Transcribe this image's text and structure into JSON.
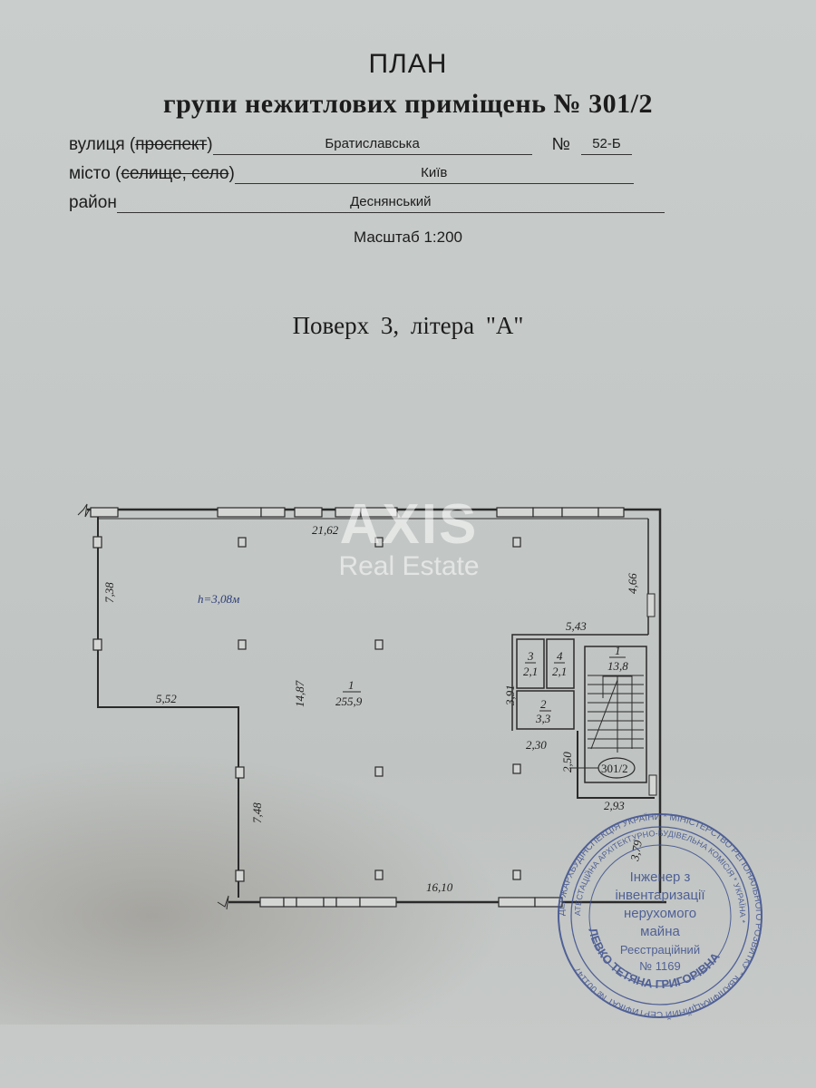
{
  "header": {
    "title": "ПЛАН",
    "subtitle": "групи  нежитлових  приміщень № 301/2"
  },
  "address": {
    "street_label": "вулиця (",
    "street_strike": "проспект",
    "street_label_end": ")",
    "street_value": "Братиславська",
    "number_label": "№",
    "number_value": "52-Б",
    "city_label": "місто (",
    "city_strike": "селище, село",
    "city_label_end": ")",
    "city_value": "Київ",
    "district_label": "район",
    "district_value": "Деснянський"
  },
  "scale": "Масштаб 1:200",
  "floor_label": "Поверх  3,     літера \"А\"",
  "watermark": {
    "brand": "AXIS",
    "sub": "Real Estate"
  },
  "plan": {
    "ceiling_height": "h=3,08м",
    "dimensions": {
      "top": "21,62",
      "left_upper": "7,38",
      "left_step": "5,52",
      "center_vertical": "14,87",
      "left_lower": "7,48",
      "bottom": "16,10",
      "right_upper": "4,66",
      "notch_top": "5,43",
      "rooms_height": "3,91",
      "rooms_bottom": "2,30",
      "stair_left": "2,50",
      "stair_bottom": "2,93",
      "stair_tail": "3,79"
    },
    "rooms": [
      {
        "number": "1",
        "area": "255,9"
      },
      {
        "number": "2",
        "area": "3,3"
      },
      {
        "number": "3",
        "area": "2,1"
      },
      {
        "number": "4",
        "area": "2,1"
      },
      {
        "number": "1",
        "area": "13,8"
      }
    ],
    "group_tag": "301/2"
  },
  "stamp": {
    "outer_ring": "ДЕРЖАРХБУДІНСПЕКЦІЯ УКРАЇНИ * МІНІСТЕРСТВО РЕГІОНАЛЬНОГО РОЗВИТКУ * КВАЛІФІКАЦІЙНИЙ СЕРТИФІКАТ № 001147",
    "inner_ring": "АТЕСТАЦІЙНА АРХІТЕКТУРНО-БУДІВЕЛЬНА КОМІСІЯ * УКРАЇНА *",
    "name_ring": "ЛЕВКО ТЕТЯНА ГРИГОРІВНА",
    "line1": "Інженер з",
    "line2": "інвентаризації",
    "line3": "нерухомого",
    "line4": "майна",
    "line5": "Реєстраційний",
    "line6": "№ 1169"
  }
}
